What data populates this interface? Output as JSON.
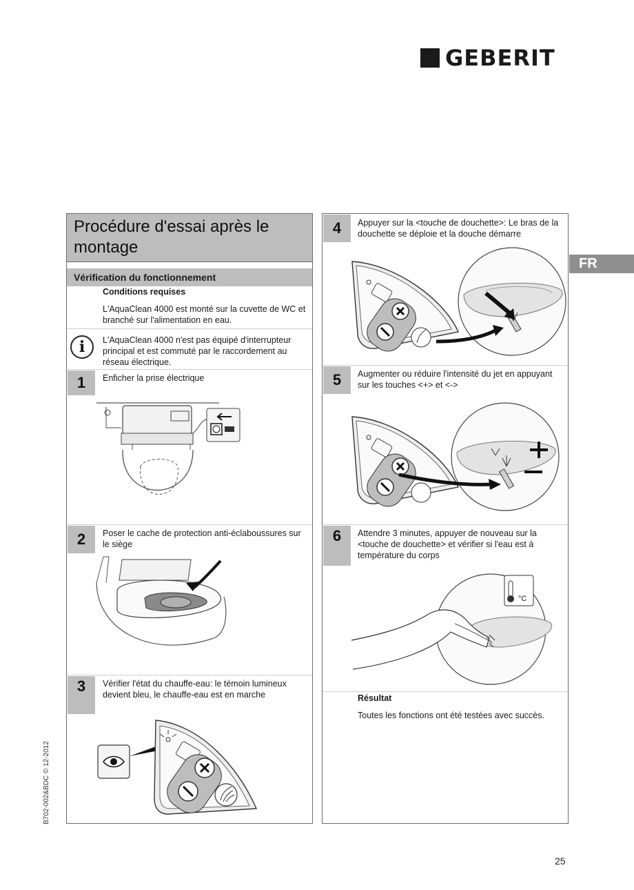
{
  "brand": {
    "name": "GEBERIT"
  },
  "language_tab": "FR",
  "left": {
    "title": "Procédure d'essai après le montage",
    "subheading": "Vérification du fonctionnement",
    "conditions_title": "Conditions requises",
    "conditions_text": "L'AquaClean 4000 est monté sur la cuvette de WC et branché sur l'alimentation en eau.",
    "info_text": "L'AquaClean 4000 n'est pas équipé d'interrupteur principal et est commuté par le raccordement au réseau électrique.",
    "steps": [
      {
        "number": "1",
        "text": "Enficher la prise électrique"
      },
      {
        "number": "2",
        "text": "Poser le cache de protection anti-éclaboussures sur le siège"
      },
      {
        "number": "3",
        "text": "Vérifier l'état du chauffe-eau: le témoin lumineux devient bleu, le chauffe-eau est en marche"
      }
    ]
  },
  "right": {
    "steps": [
      {
        "number": "4",
        "text": "Appuyer sur la <touche de douchette>: Le bras de la douchette se déploie et la douche démarre"
      },
      {
        "number": "5",
        "text": "Augmenter ou réduire l'intensité du jet en appuyant sur les touches <+> et <->"
      },
      {
        "number": "6",
        "text": "Attendre 3 minutes, appuyer de nouveau sur la <touche de douchette> et vérifier si l'eau est à température du corps"
      }
    ],
    "result_title": "Résultat",
    "result_text": "Toutes les fonctions ont été testées avec succès.",
    "temp_unit": "°C"
  },
  "footer": {
    "doc_code": "B702-002&BDC © 12-2012",
    "page_number": "25"
  }
}
